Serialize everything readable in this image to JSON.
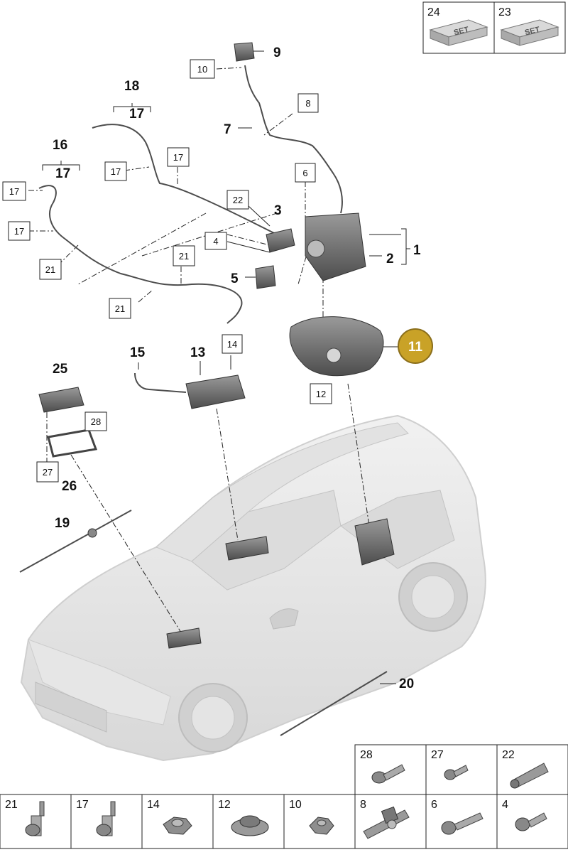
{
  "callouts": {
    "c1": "1",
    "c2": "2",
    "c3": "3",
    "c5": "5",
    "c7": "7",
    "c9": "9",
    "c13": "13",
    "c15": "15",
    "c16": "16",
    "c17a": "17",
    "c18": "18",
    "c17b": "17",
    "c19": "19",
    "c20": "20",
    "c25": "25",
    "c26": "26"
  },
  "boxed": {
    "b4": "4",
    "b6": "6",
    "b8": "8",
    "b10": "10",
    "b12": "12",
    "b14": "14",
    "b17a": "17",
    "b17b": "17",
    "b17c": "17",
    "b17d": "17",
    "b21a": "21",
    "b21b": "21",
    "b21c": "21",
    "b22": "22",
    "b27": "27",
    "b28": "28"
  },
  "highlight": {
    "part": "11",
    "color": "#c9a227"
  },
  "set_panel": [
    {
      "number": "24",
      "tag": "SET"
    },
    {
      "number": "23",
      "tag": "SET"
    }
  ],
  "hardware_row_top": [
    {
      "number": "28",
      "icon": "bolt-icon"
    },
    {
      "number": "27",
      "icon": "short-bolt-icon"
    },
    {
      "number": "22",
      "icon": "pin-icon"
    }
  ],
  "hardware_row_bottom": [
    {
      "number": "21",
      "icon": "cable-clip-icon"
    },
    {
      "number": "17",
      "icon": "cable-clip-icon"
    },
    {
      "number": "14",
      "icon": "hex-nut-icon"
    },
    {
      "number": "12",
      "icon": "flange-nut-icon"
    },
    {
      "number": "10",
      "icon": "hex-nut-icon"
    },
    {
      "number": "8",
      "icon": "bracket-clip-icon"
    },
    {
      "number": "6",
      "icon": "long-bolt-icon"
    },
    {
      "number": "4",
      "icon": "bolt-icon"
    }
  ]
}
